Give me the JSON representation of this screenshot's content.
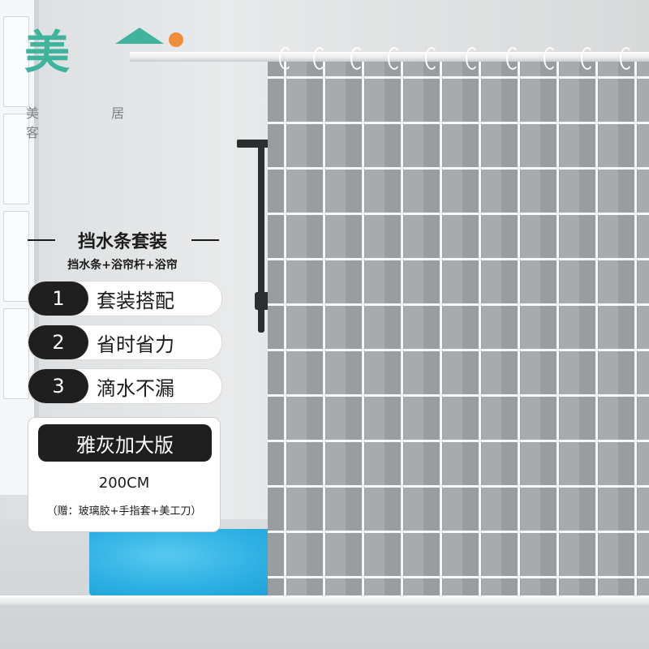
{
  "brand": {
    "mark": "美",
    "subtitle": "美 居 客"
  },
  "promo": {
    "title": "挡水条套装",
    "subtitle": "挡水条+浴帘杆+浴帘",
    "features": [
      {
        "num": "1",
        "text": "套装搭配"
      },
      {
        "num": "2",
        "text": "省时省力"
      },
      {
        "num": "3",
        "text": "滴水不漏"
      }
    ],
    "spec": {
      "color_tag": "雅灰加大版",
      "size": "200CM",
      "gift": "（赠：玻璃胶+手指套+美工刀）"
    }
  },
  "colors": {
    "brand_green": "#3fb39c",
    "accent_orange": "#f08c3a",
    "label_black": "#1f1f1f",
    "curtain_gray": "#a3a7aa",
    "mat_blue": "#2fb1e4"
  },
  "icons": [
    "logo-house-icon",
    "shower-head-icon",
    "curtain-ring-icon"
  ]
}
